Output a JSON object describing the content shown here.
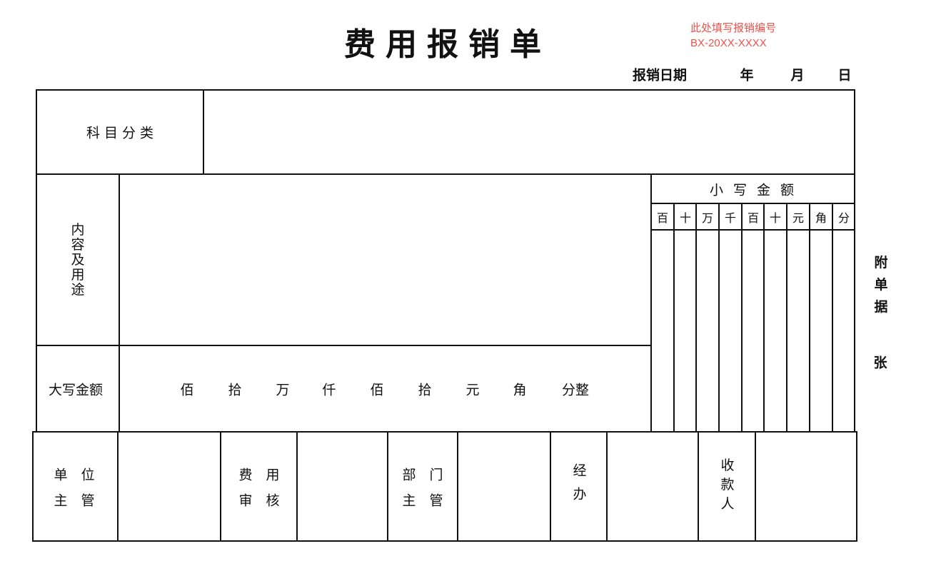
{
  "title": "费用报销单",
  "number_hint": {
    "label": "此处填写报销编号",
    "value": "BX-20XX-XXXX"
  },
  "date": {
    "label": "报销日期",
    "year": "年",
    "month": "月",
    "day": "日"
  },
  "category_label": "科 目 分 类",
  "content_label": "内容及用途",
  "small_amount": {
    "label": "小 写 金 额",
    "units": [
      "百",
      "十",
      "万",
      "千",
      "百",
      "十",
      "元",
      "角",
      "分"
    ]
  },
  "capital_amount": {
    "label": "大写金额",
    "units": [
      "佰",
      "拾",
      "万",
      "仟",
      "佰",
      "拾",
      "元",
      "角",
      "分整"
    ]
  },
  "attachments": {
    "label": "附单据",
    "unit": "张"
  },
  "signatures": {
    "unit_head": [
      "单　位",
      "主　管"
    ],
    "expense_review": [
      "费　用",
      "审　核"
    ],
    "dept_head": [
      "部　门",
      "主　管"
    ],
    "handler": "经办",
    "payee": "收款人"
  }
}
